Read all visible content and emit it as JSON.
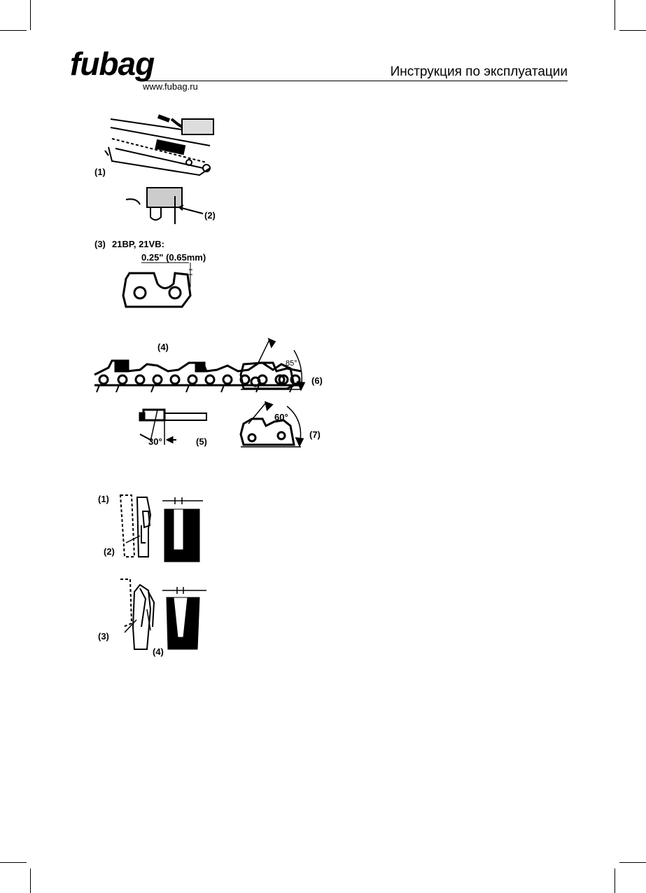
{
  "header": {
    "logo": "fubag",
    "url": "www.fubag.ru",
    "title": "Инструкция по эксплуатации"
  },
  "figure_a": {
    "label_1": "(1)",
    "label_2": "(2)",
    "label_3": "(3)",
    "models": "21BP, 21VB:",
    "depth": "0.25\" (0.65mm)"
  },
  "figure_b": {
    "label_4": "(4)",
    "label_5": "(5)",
    "label_6": "(6)",
    "label_7": "(7)",
    "angle_85": "85°",
    "angle_60": "60°",
    "angle_30": "30°"
  },
  "figure_c": {
    "label_1": "(1)",
    "label_2": "(2)",
    "label_3": "(3)",
    "label_4": "(4)"
  }
}
